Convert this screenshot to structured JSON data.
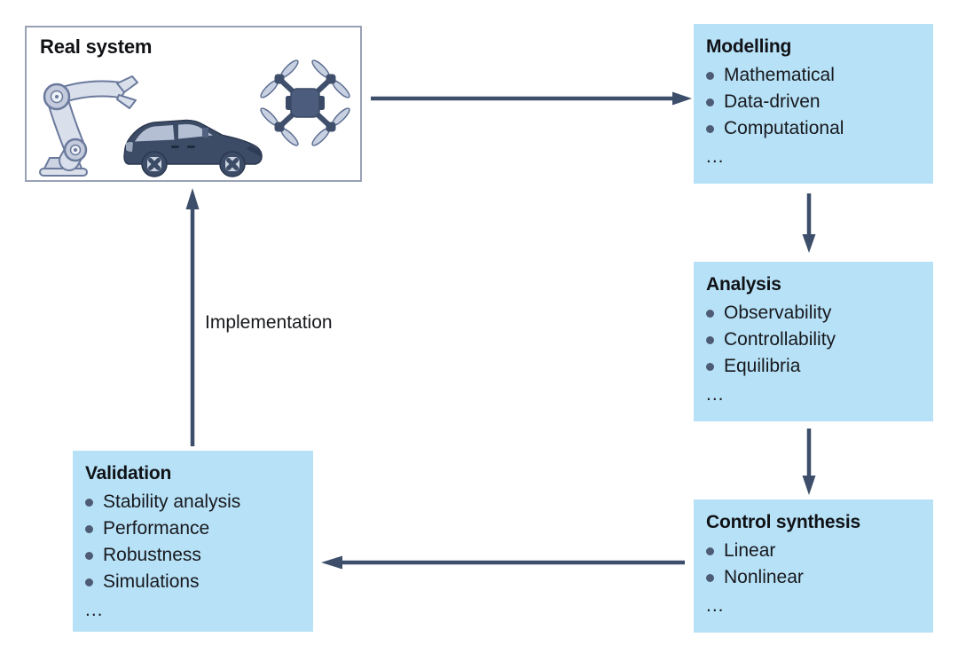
{
  "real_system": {
    "title": "Real system",
    "icons": [
      "robot-arm",
      "car",
      "drone"
    ]
  },
  "boxes": {
    "modelling": {
      "title": "Modelling",
      "items": [
        "Mathematical",
        "Data-driven",
        "Computational"
      ],
      "more": "..."
    },
    "analysis": {
      "title": "Analysis",
      "items": [
        "Observability",
        "Controllability",
        "Equilibria"
      ],
      "more": "..."
    },
    "control_synthesis": {
      "title": "Control synthesis",
      "items": [
        "Linear",
        "Nonlinear"
      ],
      "more": "..."
    },
    "validation": {
      "title": "Validation",
      "items": [
        "Stability analysis",
        "Performance",
        "Robustness",
        "Simulations"
      ],
      "more": "..."
    }
  },
  "labels": {
    "implementation": "Implementation"
  },
  "colors": {
    "box_fill": "#b7e1f7",
    "arrow": "#3d4e6b",
    "bullet_dot": "#4d5b75",
    "text": "#17191d",
    "title": "#101216",
    "real_system_border": "#99a1b5",
    "page_background": "#ffffff"
  }
}
